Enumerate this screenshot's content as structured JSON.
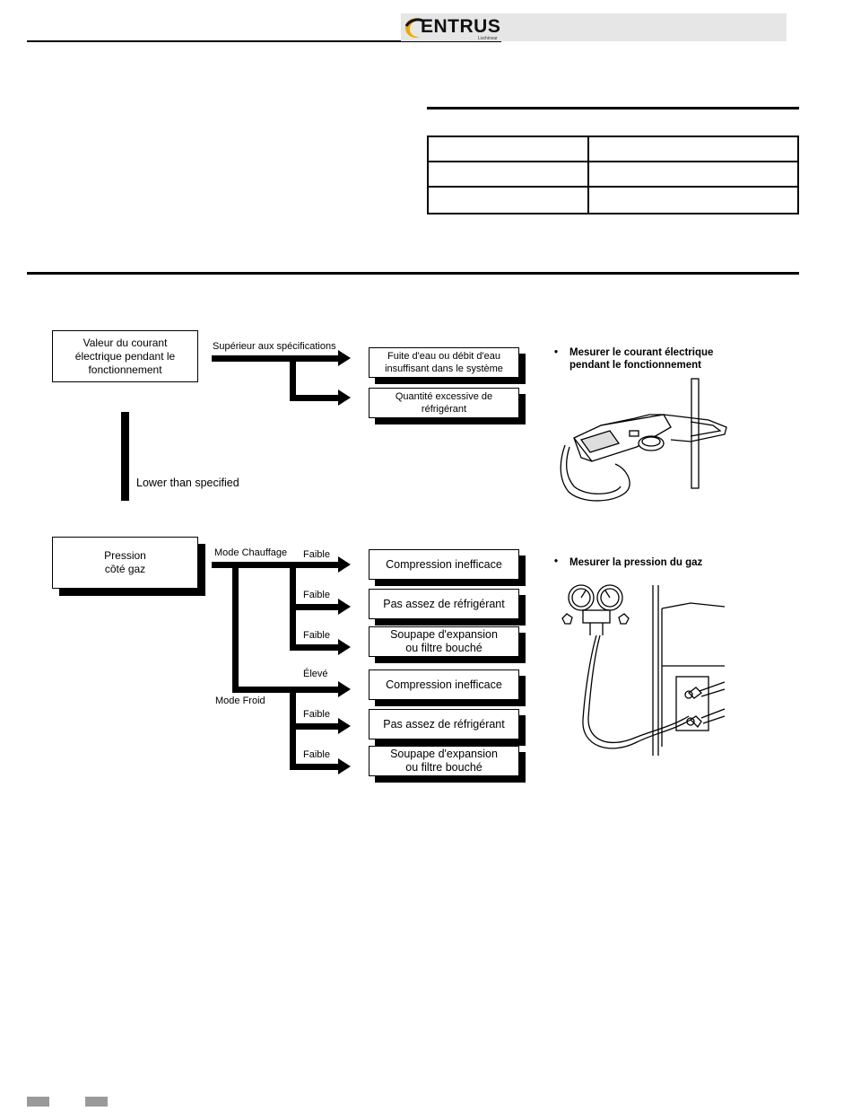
{
  "header": {
    "brand": "ENTRUS",
    "brand_sub": "Lochinvar"
  },
  "current_chart": {
    "start": "Valeur du courant électrique pendant le fonctionnement",
    "branch_high": "Supérieur aux spécifications",
    "branch_low": "Lower than specified",
    "result_leak": "Fuite d'eau ou débit d'eau insuffisant dans le système",
    "result_excess": "Quantité excessive de réfrigérant",
    "note": "Mesurer le courant électrique pendant le fonctionnement",
    "illustration": "clamp-meter-icon"
  },
  "pressure_chart": {
    "start": "Pression côté gaz",
    "mode_heat": "Mode Chauffage",
    "mode_cool": "Mode Froid",
    "heat_branches": [
      {
        "condition": "Faible",
        "result": "Compression inefficace"
      },
      {
        "condition": "Faible",
        "result": "Pas assez de réfrigérant"
      },
      {
        "condition": "Faible",
        "result": "Soupape d'expansion ou filtre bouché"
      }
    ],
    "cool_branches": [
      {
        "condition": "Élevé",
        "result": "Compression inefficace"
      },
      {
        "condition": "Faible",
        "result": "Pas assez de réfrigérant"
      },
      {
        "condition": "Faible",
        "result": "Soupape d'expansion ou filtre bouché"
      }
    ],
    "note": "Mesurer la pression du gaz",
    "illustration": "manifold-gauge-icon"
  },
  "colors": {
    "ink": "#000000",
    "header_band": "#e6e6e6",
    "footer_tab": "#9a9a9a"
  }
}
